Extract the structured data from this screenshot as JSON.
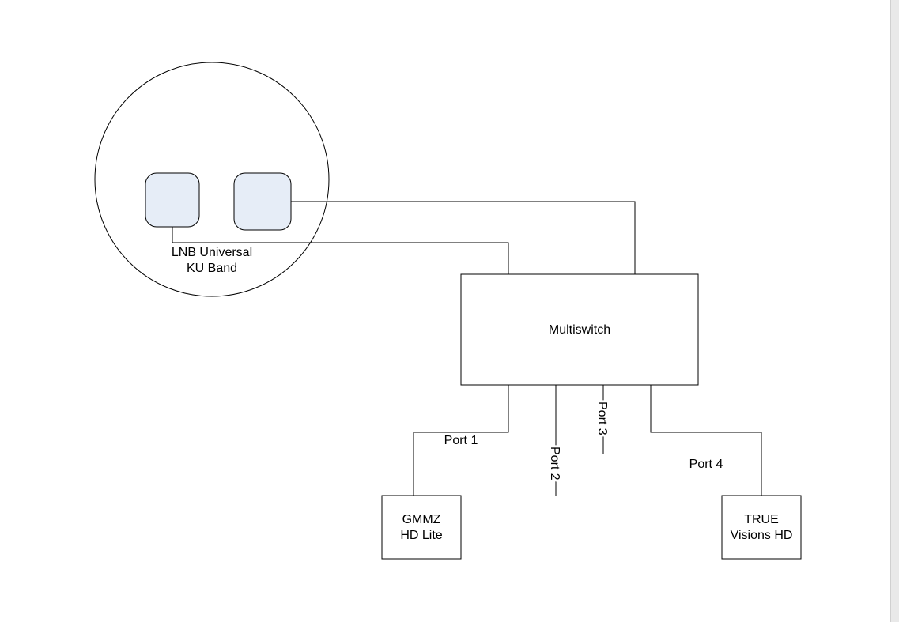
{
  "dish": {
    "label_line1": "LNB Universal",
    "label_line2": "KU Band"
  },
  "multiswitch": {
    "label": "Multiswitch"
  },
  "ports": {
    "port1": "Port 1",
    "port2": "Port 2",
    "port3": "Port 3",
    "port4": "Port 4"
  },
  "receivers": {
    "gmmz": {
      "line1": "GMMZ",
      "line2": "HD Lite"
    },
    "true_visions": {
      "line1": "TRUE",
      "line2": "Visions HD"
    }
  },
  "colors": {
    "lnb_fill": "#e6edf7",
    "line": "#000000",
    "background": "#ffffff"
  }
}
